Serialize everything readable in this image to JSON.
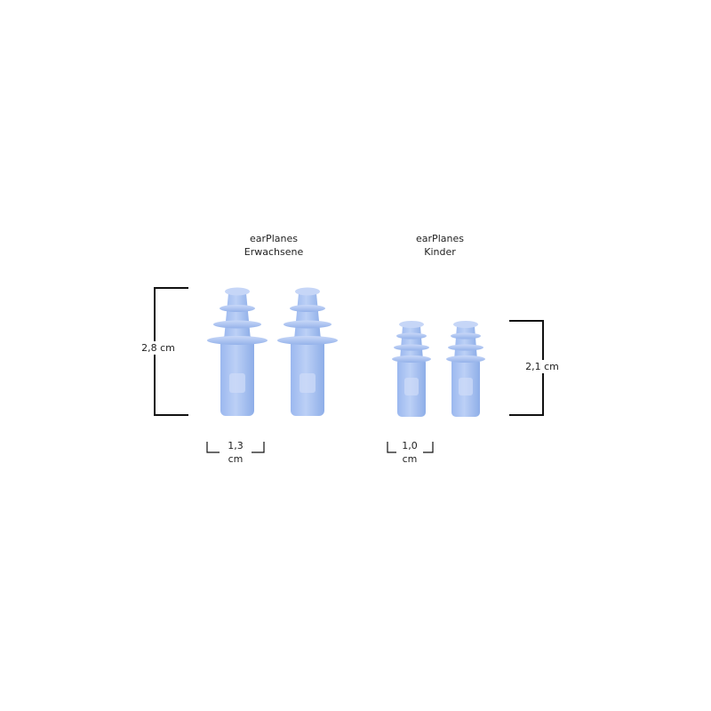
{
  "groups": {
    "adult": {
      "brand": "earPlanes",
      "name": "Erwachsene",
      "height": "2,8 cm",
      "width_num": "1,3",
      "width_unit": "cm"
    },
    "kids": {
      "brand": "earPlanes",
      "name": "Kinder",
      "height": "2,1 cm",
      "width_num": "1,0",
      "width_unit": "cm"
    }
  },
  "colors": {
    "background": "#ffffff",
    "plug_body": "#a9c3f2",
    "plug_light": "#cfdcf8",
    "plug_shadow": "#8aa9e6",
    "dimension_line": "#111111"
  }
}
